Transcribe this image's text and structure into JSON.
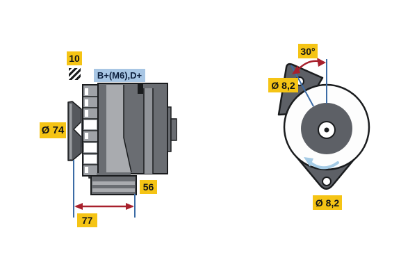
{
  "diagram": {
    "title": "alternator-technical-drawing",
    "side_view": {
      "labels": {
        "belt_width": "10",
        "terminals": "B+(M6),D+",
        "pulley_diameter": "Ø 74",
        "foot_width": "56",
        "mounting_length": "77"
      }
    },
    "end_view": {
      "labels": {
        "mounting_angle": "30°",
        "hole_top_diameter": "Ø 8,2",
        "hole_bottom_diameter": "Ø 8,2"
      }
    },
    "icons": {
      "hatch": "hatch-icon",
      "rotation": "rotation-arrow-icon"
    },
    "colors": {
      "label_yellow": "#f5c415",
      "terminal_label_blue": "#a8c6e4",
      "dimension_line_blue": "#3b6ba5",
      "dimension_arrow_red": "#a8202c",
      "body_gray": "#6a6d72",
      "light_gray": "#a9abaf",
      "rotation_arrow_blue": "#a5cbe5",
      "outline_black": "#1a1c1e"
    }
  }
}
